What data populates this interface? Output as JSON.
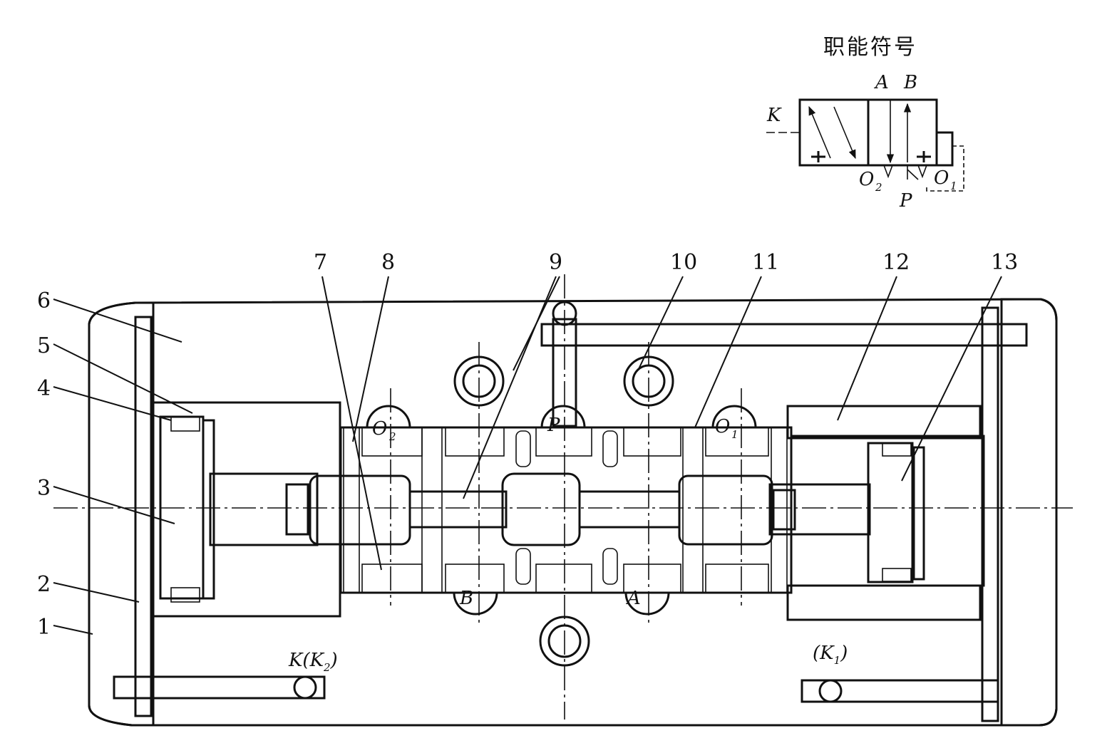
{
  "symbol": {
    "title": "职能符号",
    "ports": {
      "A": "A",
      "B": "B",
      "K": "K",
      "O2": "O",
      "O2_sub": "2",
      "P": "P",
      "O1": "O",
      "O1_sub": "1"
    }
  },
  "callouts": [
    "1",
    "2",
    "3",
    "4",
    "5",
    "6",
    "7",
    "8",
    "9",
    "10",
    "11",
    "12",
    "13"
  ],
  "section_ports": {
    "O2": "O",
    "O2_sub": "2",
    "P": "P",
    "O1": "O",
    "O1_sub": "1",
    "B": "B",
    "A": "A",
    "K2_a": "K(K",
    "K2_sub": "2",
    "K2_b": ")",
    "K1_a": "(K",
    "K1_sub": "1",
    "K1_b": ")"
  },
  "colors": {
    "ink": "#111111",
    "background": "#ffffff"
  }
}
